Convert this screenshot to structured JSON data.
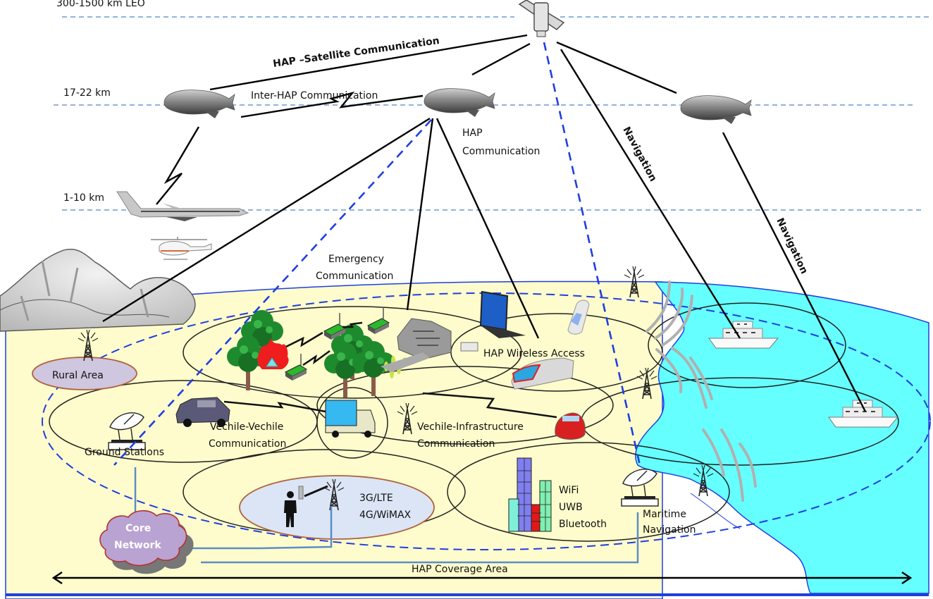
{
  "altitudes": {
    "leo": "300-1500 km LEO",
    "hap": "17-22 km",
    "aircraft": "1-10 km"
  },
  "links": {
    "hap_satellite": "HAP –Satellite Communication",
    "inter_hap": "Inter-HAP Communication",
    "hap_comm_line1": "HAP",
    "hap_comm_line2": "Communication",
    "navigation_1": "Navigation",
    "navigation_2": "Navigation"
  },
  "ground": {
    "emergency_line1": "Emergency",
    "emergency_line2": "Communication",
    "wireless_access": "HAP Wireless Access",
    "rural_area": "Rural Area",
    "ground_stations": "Ground Stations",
    "v2v_line1": "Vechile-Vechile",
    "v2v_line2": "Communication",
    "v2i_line1": "Vechile-Infrastructure",
    "v2i_line2": "Communication",
    "cellular_line1": "3G/LTE",
    "cellular_line2": "4G/WiMAX",
    "wifi": "WiFi",
    "uwb": "UWB",
    "bluetooth": "Bluetooth",
    "maritime_line1": "Maritime",
    "maritime_line2": "Navigation",
    "core_line1": "Core",
    "core_line2": "Network",
    "coverage": "HAP Coverage Area"
  },
  "colors": {
    "land": "#fefccc",
    "sea": "#66ffff",
    "coverage_dash": "#1f3fe0",
    "altitude_dash": "#6b9bd1",
    "backhaul": "#5b8dc8",
    "rural_fill": "#cfc6e0",
    "cellular_fill": "#dbe5f5",
    "cloud_fill": "#b9a3d3"
  }
}
